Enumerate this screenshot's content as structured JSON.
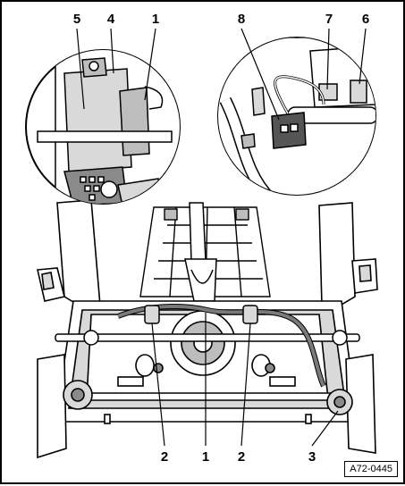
{
  "figure_id": "A72-0445",
  "callouts": {
    "c5": "5",
    "c4": "4",
    "c1_top": "1",
    "c8": "8",
    "c7": "7",
    "c6": "6",
    "c2_left": "2",
    "c1_bottom": "1",
    "c2_right": "2",
    "c3": "3"
  },
  "colors": {
    "line": "#000000",
    "shade_light": "#d9d9d9",
    "shade_mid": "#bdbdbd",
    "shade_dark": "#8a8a8a",
    "harness": "#7a7a7a"
  },
  "icons": [
    "seat-frame-drawing",
    "detail-circle-left",
    "detail-circle-right",
    "wiring-harness"
  ]
}
